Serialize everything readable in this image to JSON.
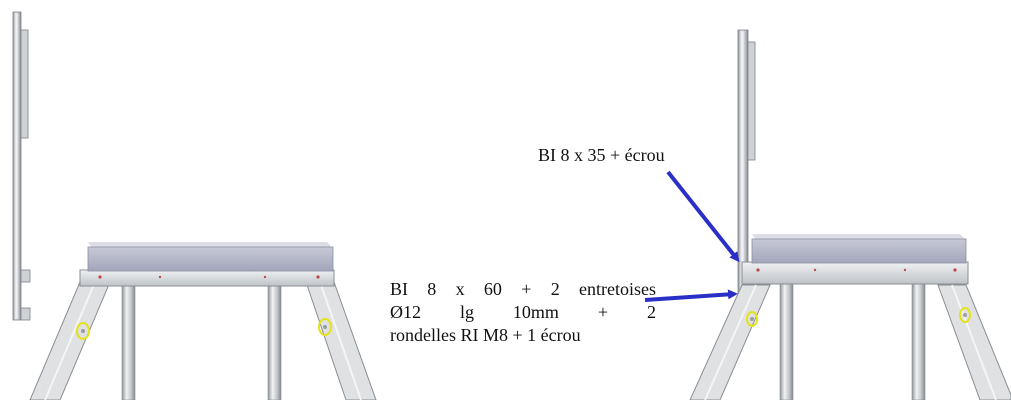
{
  "annotations": {
    "upper": "BI 8 x 35 + écrou",
    "lower_lines": [
      "BI 8 x 60 + 2 entretoises",
      "Ø12 lg 10mm + 2",
      "rondelles RI M8 + 1 écrou"
    ]
  },
  "colors": {
    "arrow": "#2a2fc8",
    "bolt_marker": "#e3e21c",
    "metal_light": "#e6e8ea",
    "metal_mid": "#b9bdc2",
    "metal_dark": "#7d8187",
    "board": "#a9acc0"
  }
}
